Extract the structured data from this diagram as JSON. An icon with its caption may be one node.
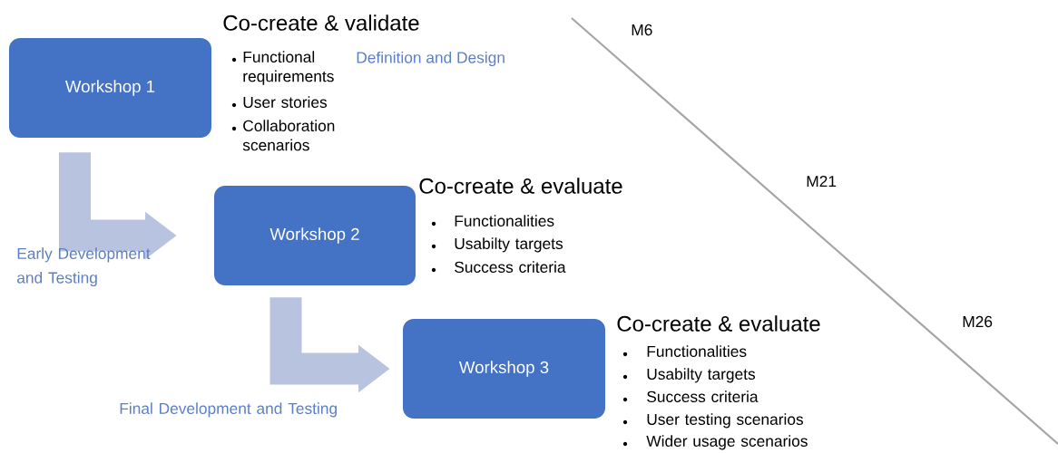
{
  "diagram": {
    "nodes": [
      {
        "text": [
          "Workshop 1"
        ],
        "beside": [
          "Co-create & validate",
          "Functional requirements",
          "User stories",
          "Collaboration scenarios"
        ]
      },
      {
        "text": [
          "Workshop 2"
        ],
        "beside": [
          "Co-create & evaluate",
          "Functionalities",
          "Usabilty targets",
          "Success criteria"
        ]
      },
      {
        "text": [
          "Workshop 3"
        ],
        "beside": [
          "Co-create & evaluate",
          "Functionalities",
          "Usabilty targets",
          "Success criteria",
          "User testing scenarios",
          "Wider usage scenarios"
        ]
      }
    ],
    "edges": [
      {
        "from": 0,
        "to": 1,
        "arrow": "to",
        "label": "Early Development and Testing"
      },
      {
        "from": 1,
        "to": 2,
        "arrow": "to",
        "label": "Final Development and Testing"
      }
    ],
    "labels": [
      "M6",
      "Definition and Design",
      "M21",
      "M26"
    ]
  }
}
